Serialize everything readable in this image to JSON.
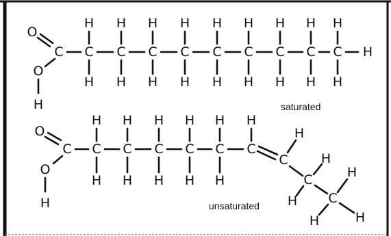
{
  "labels": {
    "saturated": "saturated",
    "unsaturated": "unsaturated"
  },
  "atoms": {
    "carbon": "C",
    "hydrogen": "H",
    "oxygen": "O"
  },
  "colors": {
    "ink": "#111111",
    "frame": "#111111",
    "background": "#ffffff"
  }
}
